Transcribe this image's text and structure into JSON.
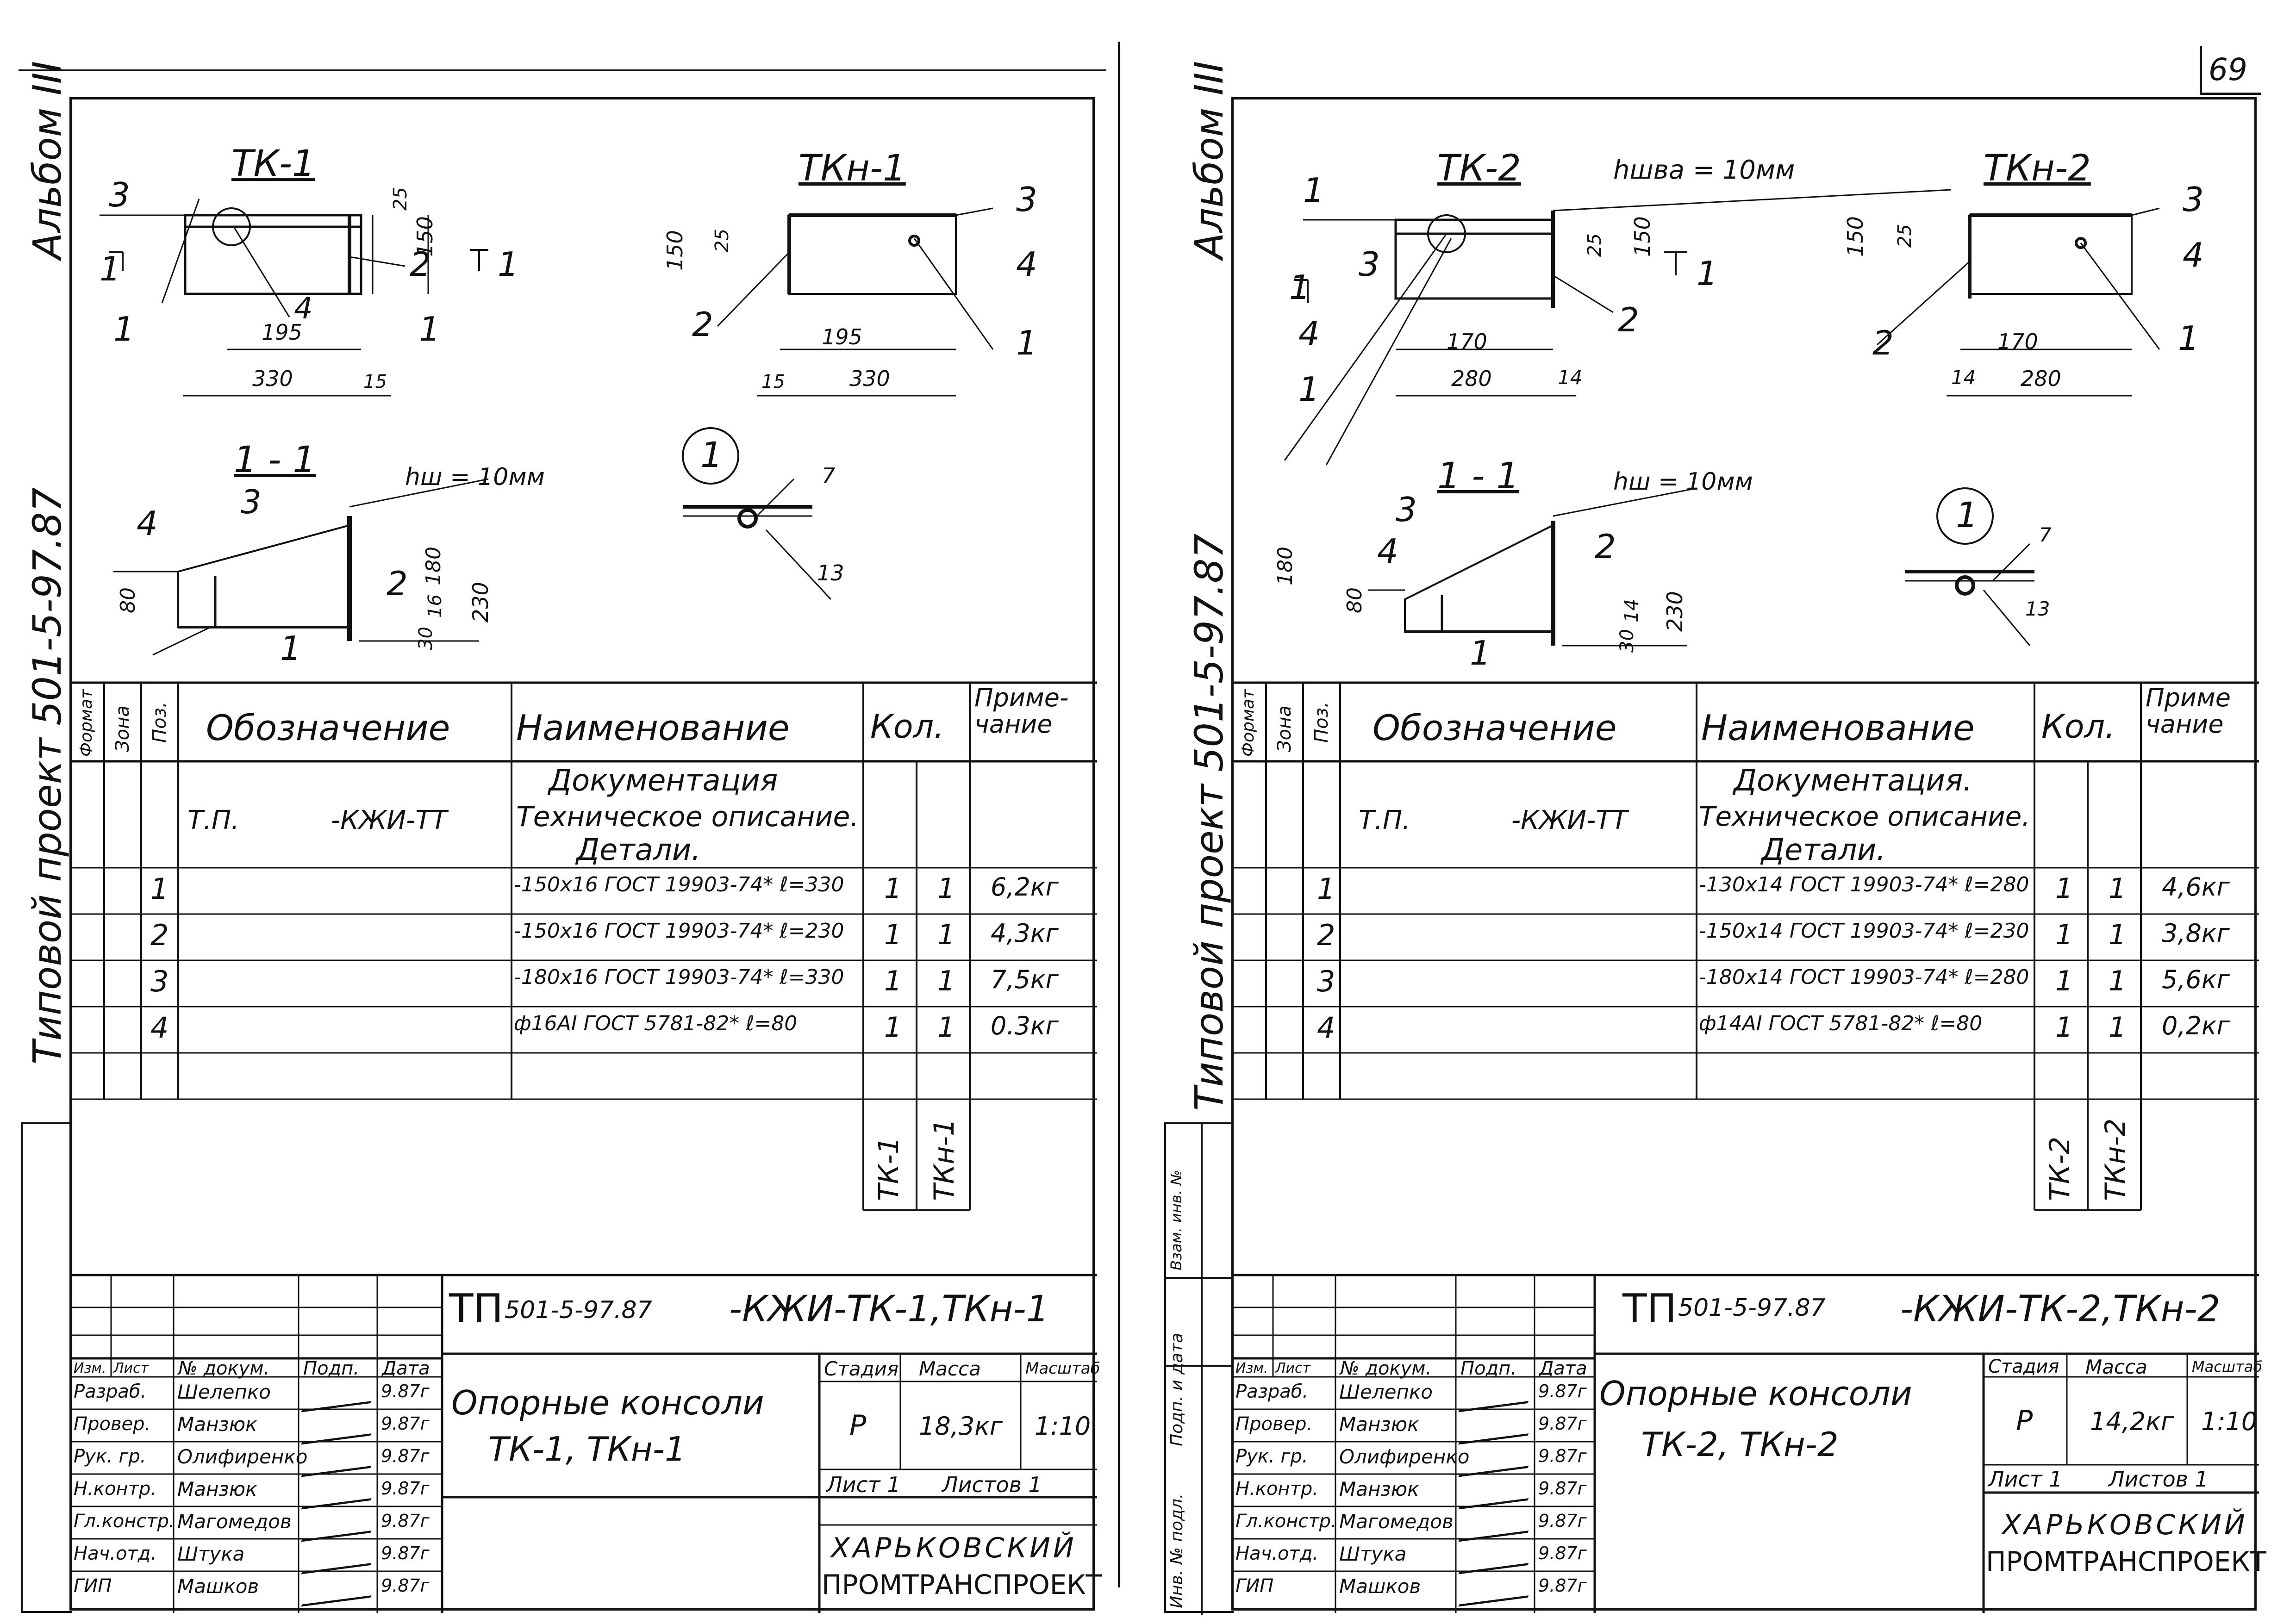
{
  "page_number": "69",
  "album_label": "Альбом III",
  "project_label": "Типовой проект 501-5-97.87",
  "left": {
    "drawings": {
      "view_a_title": "ТК-1",
      "view_b_title": "ТКн-1",
      "section_title": "1 - 1",
      "section_num": "3",
      "detail_mark": "1",
      "weld_note": "hш = 10мм",
      "dims": {
        "d25": "25",
        "d150": "150",
        "d195": "195",
        "d330": "330",
        "d15": "15",
        "b150": "150",
        "b25": "25",
        "b195": "195",
        "b330": "330",
        "b15": "15",
        "s80": "80",
        "s180": "180",
        "s230": "230",
        "s16": "16",
        "s30": "30",
        "det7": "7",
        "det13": "13"
      },
      "marks": {
        "m3": "3",
        "m1a": "1",
        "m1b": "1",
        "m2": "2",
        "m4": "4",
        "m1c": "1",
        "sec1": "1",
        "n3": "3",
        "n4": "4",
        "n2": "2",
        "n1": "1",
        "s4": "4",
        "s3": "3",
        "s2": "2",
        "s1": "1"
      }
    },
    "spec": {
      "headers": {
        "format": "Формат",
        "zone": "Зона",
        "pos": "Поз.",
        "designation": "Обозначение",
        "name": "Наименование",
        "qty": "Кол.",
        "note": "Приме-\nчание"
      },
      "doc_row": {
        "designation_a": "Т.П.",
        "designation_b": "-КЖИ-ТТ",
        "name_1": "Документация",
        "name_2": "Техническое описание.",
        "name_3": "Детали."
      },
      "rows": [
        {
          "pos": "1",
          "name": "-150x16 ГОСТ 19903-74* ℓ=330",
          "q1": "1",
          "q2": "1",
          "note": "6,2кг"
        },
        {
          "pos": "2",
          "name": "-150x16 ГОСТ 19903-74* ℓ=230",
          "q1": "1",
          "q2": "1",
          "note": "4,3кг"
        },
        {
          "pos": "3",
          "name": "-180x16 ГОСТ 19903-74* ℓ=330",
          "q1": "1",
          "q2": "1",
          "note": "7,5кг"
        },
        {
          "pos": "4",
          "name": "ф16АI ГОСТ 5781-82* ℓ=80",
          "q1": "1",
          "q2": "1",
          "note": "0.3кг"
        }
      ],
      "qty_cols": [
        "ТК-1",
        "ТКн-1"
      ]
    },
    "stamp": {
      "code_prefix": "ТП",
      "code_num": "501-5-97.87",
      "code_suffix": "-КЖИ-ТК-1,ТКн-1",
      "title_1": "Опорные консоли",
      "title_2": "ТК-1, ТКн-1",
      "stage_label": "Стадия",
      "mass_label": "Масса",
      "scale_label": "Масштаб",
      "stage": "Р",
      "mass": "18,3кг",
      "scale": "1:10",
      "sheet": "Лист 1",
      "sheets": "Листов 1",
      "org_1": "ХАРЬКОВСКИЙ",
      "org_2": "ПРОМТРАНСПРОЕКТ",
      "cols": {
        "izm": "Изм.",
        "list": "Лист",
        "ndoc": "№ докум.",
        "podp": "Подп.",
        "data": "Дата"
      },
      "people": [
        {
          "role": "Разраб.",
          "name": "Шелепко",
          "date": "9.87г"
        },
        {
          "role": "Провер.",
          "name": "Манзюк",
          "date": "9.87г"
        },
        {
          "role": "Рук. гр.",
          "name": "Олифиренко",
          "date": "9.87г"
        },
        {
          "role": "Н.контр.",
          "name": "Манзюк",
          "date": "9.87г"
        },
        {
          "role": "Гл.констр.",
          "name": "Магомедов",
          "date": "9.87г"
        },
        {
          "role": "Нач.отд.",
          "name": "Штука",
          "date": "9.87г"
        },
        {
          "role": "ГИП",
          "name": "Машков",
          "date": "9.87г"
        }
      ]
    }
  },
  "right": {
    "drawings": {
      "view_a_title": "ТК-2",
      "view_b_title": "ТКн-2",
      "weld_top": "hшва = 10мм",
      "section_title": "1 - 1",
      "detail_mark": "1",
      "weld_note": "hш = 10мм",
      "dims": {
        "d25": "25",
        "d150": "150",
        "d170": "170",
        "d280": "280",
        "d14": "14",
        "b150": "150",
        "b25": "25",
        "b170": "170",
        "b280": "280",
        "b14": "14",
        "s80": "80",
        "s180": "180",
        "s230": "230",
        "s14": "14",
        "s30": "30",
        "det7": "7",
        "det13": "13"
      },
      "marks": {
        "m1a": "1",
        "m3": "3",
        "m1b": "1",
        "m4": "4",
        "m1c": "1",
        "m2": "2",
        "sec1": "1",
        "n3": "3",
        "n4": "4",
        "n2": "2",
        "n1": "1",
        "s3": "3",
        "s4": "4",
        "s2": "2",
        "s1": "1"
      }
    },
    "spec": {
      "headers": {
        "format": "Формат",
        "zone": "Зона",
        "pos": "Поз.",
        "designation": "Обозначение",
        "name": "Наименование",
        "qty": "Кол.",
        "note": "Приме\nчание"
      },
      "doc_row": {
        "designation_a": "Т.П.",
        "designation_b": "-КЖИ-ТТ",
        "name_1": "Документация.",
        "name_2": "Техническое описание.",
        "name_3": "Детали."
      },
      "rows": [
        {
          "pos": "1",
          "name": "-130x14 ГОСТ 19903-74* ℓ=280",
          "q1": "1",
          "q2": "1",
          "note": "4,6кг"
        },
        {
          "pos": "2",
          "name": "-150x14 ГОСТ 19903-74* ℓ=230",
          "q1": "1",
          "q2": "1",
          "note": "3,8кг"
        },
        {
          "pos": "3",
          "name": "-180x14 ГОСТ 19903-74* ℓ=280",
          "q1": "1",
          "q2": "1",
          "note": "5,6кг"
        },
        {
          "pos": "4",
          "name": "ф14АI ГОСТ 5781-82* ℓ=80",
          "q1": "1",
          "q2": "1",
          "note": "0,2кг"
        }
      ],
      "qty_cols": [
        "ТК-2",
        "ТКн-2"
      ]
    },
    "side_labels": [
      "Взам. инв. №",
      "Подп. и дата",
      "Инв. № подл."
    ],
    "stamp": {
      "code_prefix": "ТП",
      "code_num": "501-5-97.87",
      "code_suffix": "-КЖИ-ТК-2,ТКн-2",
      "title_1": "Опорные консоли",
      "title_2": "ТК-2, ТКн-2",
      "stage_label": "Стадия",
      "mass_label": "Масса",
      "scale_label": "Масштаб",
      "stage": "Р",
      "mass": "14,2кг",
      "scale": "1:10",
      "sheet": "Лист 1",
      "sheets": "Листов 1",
      "org_1": "ХАРЬКОВСКИЙ",
      "org_2": "ПРОМТРАНСПРОЕКТ",
      "cols": {
        "izm": "Изм.",
        "list": "Лист",
        "ndoc": "№ докум.",
        "podp": "Подп.",
        "data": "Дата"
      },
      "people": [
        {
          "role": "Разраб.",
          "name": "Шелепко",
          "date": "9.87г"
        },
        {
          "role": "Провер.",
          "name": "Манзюк",
          "date": "9.87г"
        },
        {
          "role": "Рук. гр.",
          "name": "Олифиренко",
          "date": "9.87г"
        },
        {
          "role": "Н.контр.",
          "name": "Манзюк",
          "date": "9.87г"
        },
        {
          "role": "Гл.констр.",
          "name": "Магомедов",
          "date": "9.87г"
        },
        {
          "role": "Нач.отд.",
          "name": "Штука",
          "date": "9.87г"
        },
        {
          "role": "ГИП",
          "name": "Машков",
          "date": "9.87г"
        }
      ]
    }
  }
}
